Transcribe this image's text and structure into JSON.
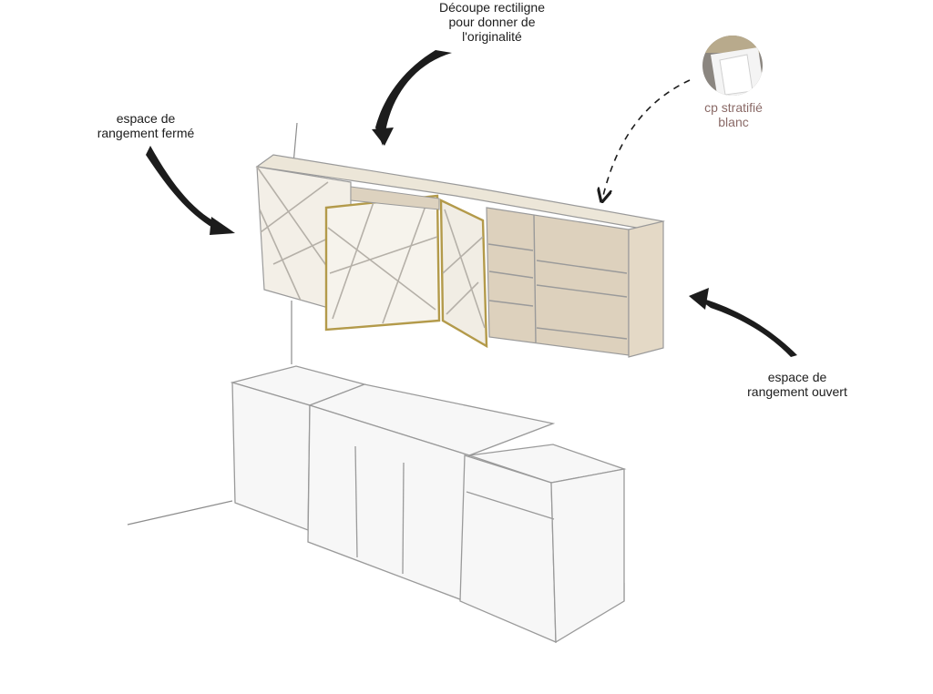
{
  "labels": {
    "decoupe": "Découpe rectiligne\npour donner de\nl'originalité",
    "ferme": "espace de\nrangement fermé",
    "ouvert": "espace de\nrangement ouvert",
    "cp": "cp stratifié\nblanc"
  },
  "colors": {
    "ink": "#1c1c1c",
    "pencil": "#9a9a9a",
    "wood_edge": "#b39a4a",
    "wood_wash": "#d7cbb6",
    "material_text": "#8a6a67",
    "swatch_bg": "#8b8680"
  }
}
